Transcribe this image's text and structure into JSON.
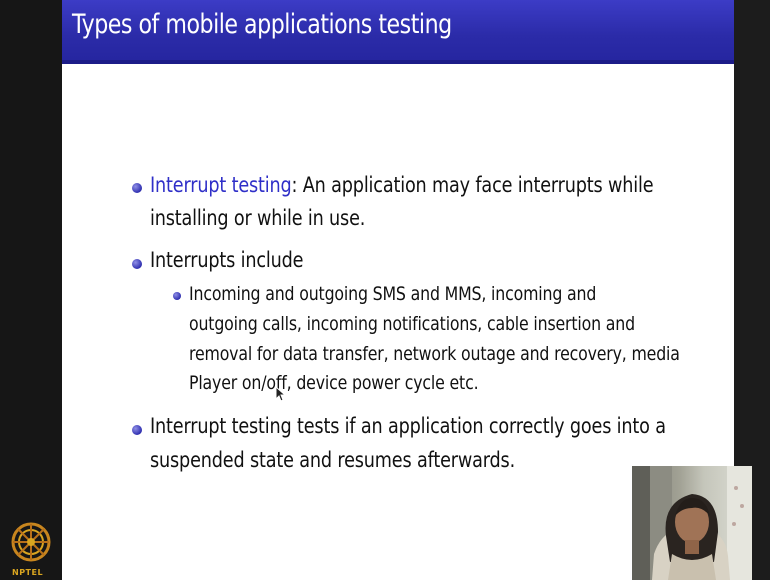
{
  "slide": {
    "title": "Types of mobile applications testing",
    "bullets": {
      "b1_term": "Interrupt testing",
      "b1_rest": ": An application may face interrupts while",
      "b1_line2": "installing or while in use.",
      "b2": "Interrupts include",
      "sub_line1": "Incoming and outgoing SMS and MMS, incoming and",
      "sub_line2": "outgoing calls, incoming notifications, cable insertion and",
      "sub_line3": "removal for data transfer, network outage and recovery, media",
      "sub_line4": "Player on/off, device power cycle etc.",
      "b3_line1": "Interrupt testing tests if an application correctly goes into a",
      "b3_line2": "suspended state and resumes afterwards."
    }
  },
  "logo": {
    "text": "NPTEL",
    "icon": "nptel-logo-icon"
  },
  "colors": {
    "title_bar": "#2b2ba8",
    "accent_text": "#2f2fc8",
    "background": "#141414"
  }
}
